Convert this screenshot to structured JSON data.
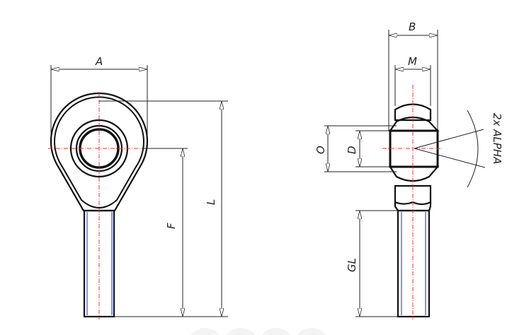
{
  "labels": {
    "A": "A",
    "L": "L",
    "F": "F",
    "B": "B",
    "M": "M",
    "O": "O",
    "D": "D",
    "GL": "GL",
    "alpha": "2x ALPHA"
  },
  "colors": {
    "line": "#111111",
    "centerline": "#ff3030",
    "thread": "#3050d0"
  }
}
